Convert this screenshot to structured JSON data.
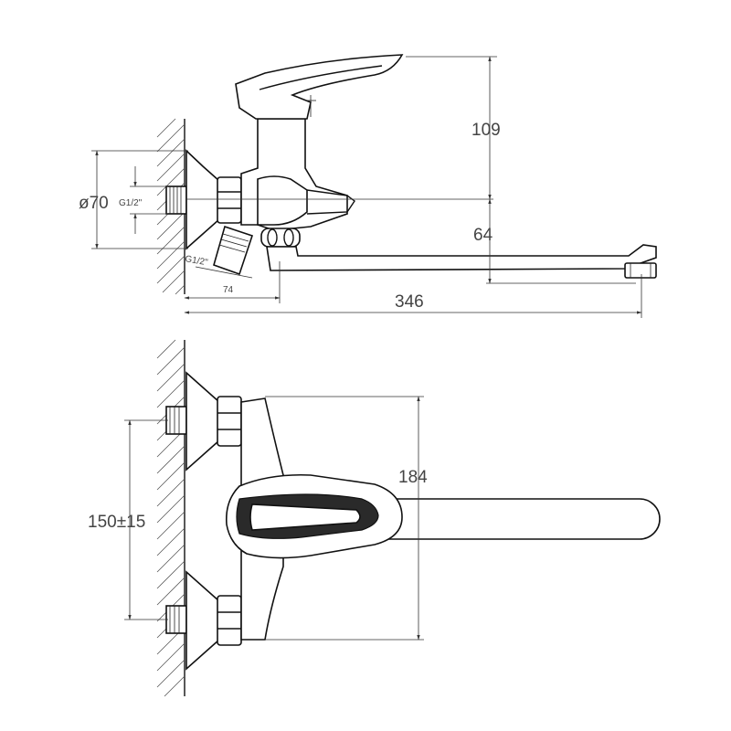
{
  "labels": {
    "dim_109": "109",
    "dim_64": "64",
    "dim_346": "346",
    "dim_74": "74",
    "dim_phi70": "ø70",
    "dim_g12_top": "G1/2\"",
    "dim_g12_diverter": "G1/2\"",
    "dim_184": "184",
    "dim_150": "150±15"
  },
  "colors": {
    "line": "#111111",
    "dimension": "#333333",
    "text": "#444444"
  }
}
